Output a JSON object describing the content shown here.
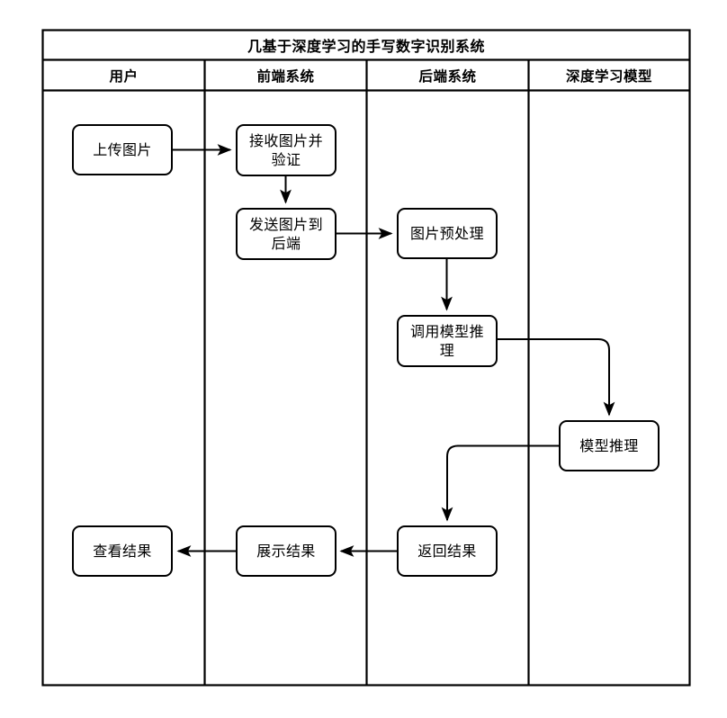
{
  "diagram": {
    "title": "几基于深度学习的手写数字识别系统",
    "type": "swimlane-flowchart",
    "lanes": [
      {
        "id": "user",
        "label": "用户"
      },
      {
        "id": "frontend",
        "label": "前端系统"
      },
      {
        "id": "backend",
        "label": "后端系统"
      },
      {
        "id": "model",
        "label": "深度学习模型"
      }
    ],
    "nodes": [
      {
        "id": "n1",
        "lane": "user",
        "label": "上传图片"
      },
      {
        "id": "n2",
        "lane": "frontend",
        "label": "接收图片并\n验证"
      },
      {
        "id": "n3",
        "lane": "frontend",
        "label": "发送图片到\n后端"
      },
      {
        "id": "n4",
        "lane": "backend",
        "label": "图片预处理"
      },
      {
        "id": "n5",
        "lane": "backend",
        "label": "调用模型推\n理"
      },
      {
        "id": "n6",
        "lane": "model",
        "label": "模型推理"
      },
      {
        "id": "n7",
        "lane": "backend",
        "label": "返回结果"
      },
      {
        "id": "n8",
        "lane": "frontend",
        "label": "展示结果"
      },
      {
        "id": "n9",
        "lane": "user",
        "label": "查看结果"
      }
    ],
    "edges": [
      {
        "from": "n1",
        "to": "n2",
        "name": "edge-upload-to-receive"
      },
      {
        "from": "n2",
        "to": "n3",
        "name": "edge-receive-to-send"
      },
      {
        "from": "n3",
        "to": "n4",
        "name": "edge-send-to-preprocess"
      },
      {
        "from": "n4",
        "to": "n5",
        "name": "edge-preprocess-to-invoke"
      },
      {
        "from": "n5",
        "to": "n6",
        "name": "edge-invoke-to-inference"
      },
      {
        "from": "n6",
        "to": "n7",
        "name": "edge-inference-to-return"
      },
      {
        "from": "n7",
        "to": "n8",
        "name": "edge-return-to-display"
      },
      {
        "from": "n8",
        "to": "n9",
        "name": "edge-display-to-view"
      }
    ],
    "colors": {
      "stroke": "#000000",
      "background": "#ffffff",
      "text": "#000000"
    }
  }
}
